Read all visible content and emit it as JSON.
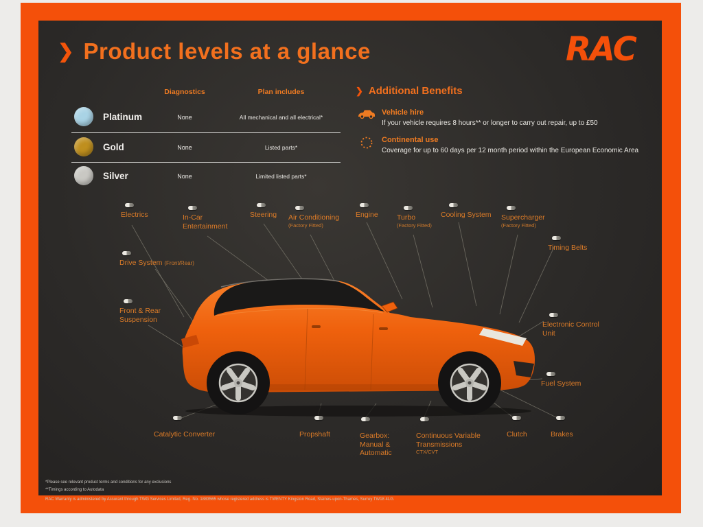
{
  "colors": {
    "frame": "#f4500a",
    "panel": "#2c2a28",
    "accent_orange": "#ef7b22"
  },
  "icons": {
    "chevron": "❯"
  },
  "header": {
    "title": "Product levels at a glance",
    "logo_text": "RAC"
  },
  "plans_table": {
    "col_diagnostics": "Diagnostics",
    "col_plan_includes": "Plan includes",
    "rows": [
      {
        "name": "Platinum",
        "swatch": "#a9d3e5",
        "diagnostics": "None",
        "plan_includes": "All mechanical and all electrical*"
      },
      {
        "name": "Gold",
        "swatch": "#bf8f1e",
        "diagnostics": "None",
        "plan_includes": "Listed parts*"
      },
      {
        "name": "Silver",
        "swatch": "#c9c8c3",
        "diagnostics": "None",
        "plan_includes": "Limited listed parts*"
      }
    ]
  },
  "additional_benefits": {
    "heading": "Additional Benefits",
    "items": [
      {
        "title": "Vehicle hire",
        "description": "If your vehicle requires 8 hours** or longer to carry out repair, up to £50"
      },
      {
        "title": "Continental use",
        "description": "Coverage for up to 60 days per 12 month period within the European Economic Area"
      }
    ]
  },
  "callouts": [
    {
      "label": "Electrics",
      "sublabel": ""
    },
    {
      "label": "In-Car Entertainment",
      "sublabel": ""
    },
    {
      "label": "Steering",
      "sublabel": ""
    },
    {
      "label": "Air Conditioning",
      "sublabel": "(Factory Fitted)"
    },
    {
      "label": "Engine",
      "sublabel": ""
    },
    {
      "label": "Turbo",
      "sublabel": "(Factory Fitted)"
    },
    {
      "label": "Cooling System",
      "sublabel": ""
    },
    {
      "label": "Supercharger",
      "sublabel": "(Factory Fitted)"
    },
    {
      "label": "Timing Belts",
      "sublabel": ""
    },
    {
      "label": "Drive System",
      "sublabel": "(Front/Rear)"
    },
    {
      "label": "Front & Rear Suspension",
      "sublabel": ""
    },
    {
      "label": "Electronic Control Unit",
      "sublabel": ""
    },
    {
      "label": "Fuel System",
      "sublabel": ""
    },
    {
      "label": "Catalytic Converter",
      "sublabel": ""
    },
    {
      "label": "Propshaft",
      "sublabel": ""
    },
    {
      "label": "Gearbox: Manual & Automatic",
      "sublabel": ""
    },
    {
      "label": "Continuous Variable Transmissions",
      "sublabel": "CTX/CVT"
    },
    {
      "label": "Clutch",
      "sublabel": ""
    },
    {
      "label": "Brakes",
      "sublabel": ""
    }
  ],
  "footnotes": [
    "*Please see relevant product terms and conditions for any exclusions",
    "**Timings according to Autodata",
    "RAC Warranty is administered by Assurant through TWG Services Limited, Reg. No. 1883565  whose registered address is TWENTY Kingston Road, Staines-upon-Thames, Surrey TW18 4LG."
  ]
}
